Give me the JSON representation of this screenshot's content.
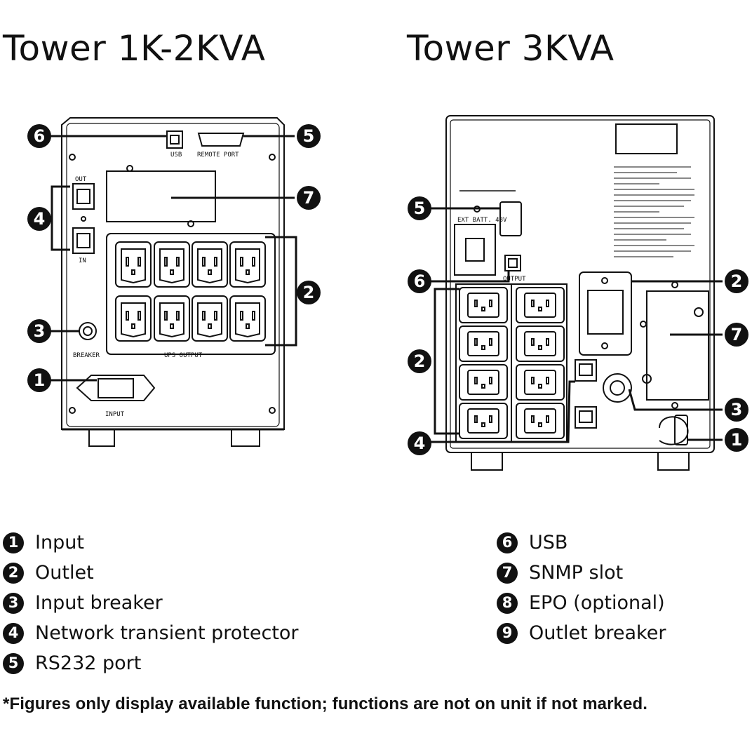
{
  "titles": {
    "left": "Tower 1K-2KVA",
    "right": "Tower 3KVA"
  },
  "left_unit_labels": {
    "usb": "USB",
    "remote_port": "REMOTE PORT",
    "out": "OUT",
    "in": "IN",
    "breaker": "BREAKER",
    "ups_output": "UPS OUTPUT",
    "input": "INPUT"
  },
  "right_unit_labels": {
    "ext_batt": "EXT BATT. 48V",
    "output": "OUTPUT"
  },
  "callouts": {
    "left": [
      "6",
      "5",
      "4",
      "7",
      "2",
      "3",
      "1"
    ],
    "right": [
      "5",
      "6",
      "2",
      "4",
      "2",
      "7",
      "3",
      "1"
    ]
  },
  "legend": {
    "left": [
      {
        "num": "1",
        "label": "Input"
      },
      {
        "num": "2",
        "label": "Outlet"
      },
      {
        "num": "3",
        "label": "Input breaker"
      },
      {
        "num": "4",
        "label": "Network transient protector"
      },
      {
        "num": "5",
        "label": "RS232 port"
      }
    ],
    "right": [
      {
        "num": "6",
        "label": "USB"
      },
      {
        "num": "7",
        "label": "SNMP slot"
      },
      {
        "num": "8",
        "label": "EPO (optional)"
      },
      {
        "num": "9",
        "label": "Outlet breaker"
      }
    ]
  },
  "footnote": "*Figures only display available function; functions are not on unit if not marked."
}
